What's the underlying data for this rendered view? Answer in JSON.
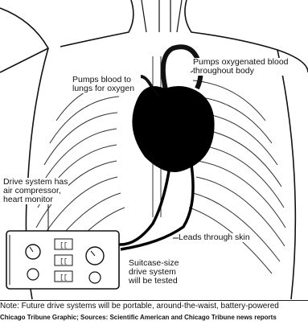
{
  "labels": {
    "pumps_blood_line1": "Pumps blood to",
    "pumps_blood_line2": "lungs for oxygen",
    "pumps_oxygenated_line1": "Pumps oxygenated blood",
    "pumps_oxygenated_line2": "throughout body",
    "drive_system_line1": "Drive system has",
    "drive_system_line2": "air compressor,",
    "drive_system_line3": "heart monitor",
    "leads": "Leads through skin",
    "suitcase_line1": "Suitcase-size",
    "suitcase_line2": "drive system",
    "suitcase_line3": "will be tested"
  },
  "device_display": [
    "[[",
    "[[",
    "[["
  ],
  "note": "Note: Future drive systems will be portable, around-the-waist, battery-powered",
  "credit": "Chicago Tribune Graphic; Sources: Scientific American and Chicago Tribune news reports",
  "colors": {
    "ink": "#111111",
    "heart": "#000000",
    "background": "#ffffff"
  }
}
